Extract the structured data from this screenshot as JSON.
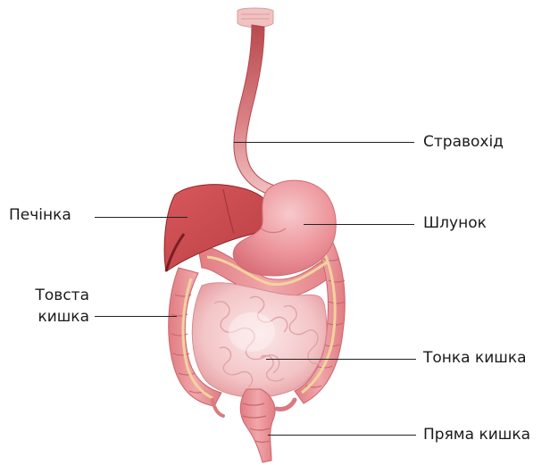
{
  "labels": {
    "esophagus": "Стравохід",
    "liver": "Печінка",
    "stomach": "Шлунок",
    "large_intestine_line1": "Товста",
    "large_intestine_line2": "кишка",
    "small_intestine": "Тонка кишка",
    "rectum": "Пряма кишка"
  },
  "colors": {
    "organ_base": "#e8848a",
    "organ_light": "#f3b7b9",
    "liver": "#c94b4f",
    "liver_dark": "#8e2427",
    "esophagus": "#c95a5e",
    "esophagus_light": "#f1c0c0",
    "stomach": "#ee9aa0",
    "small_intestine": "#f6d0d1",
    "fat_stripe": "#f2d39d"
  }
}
